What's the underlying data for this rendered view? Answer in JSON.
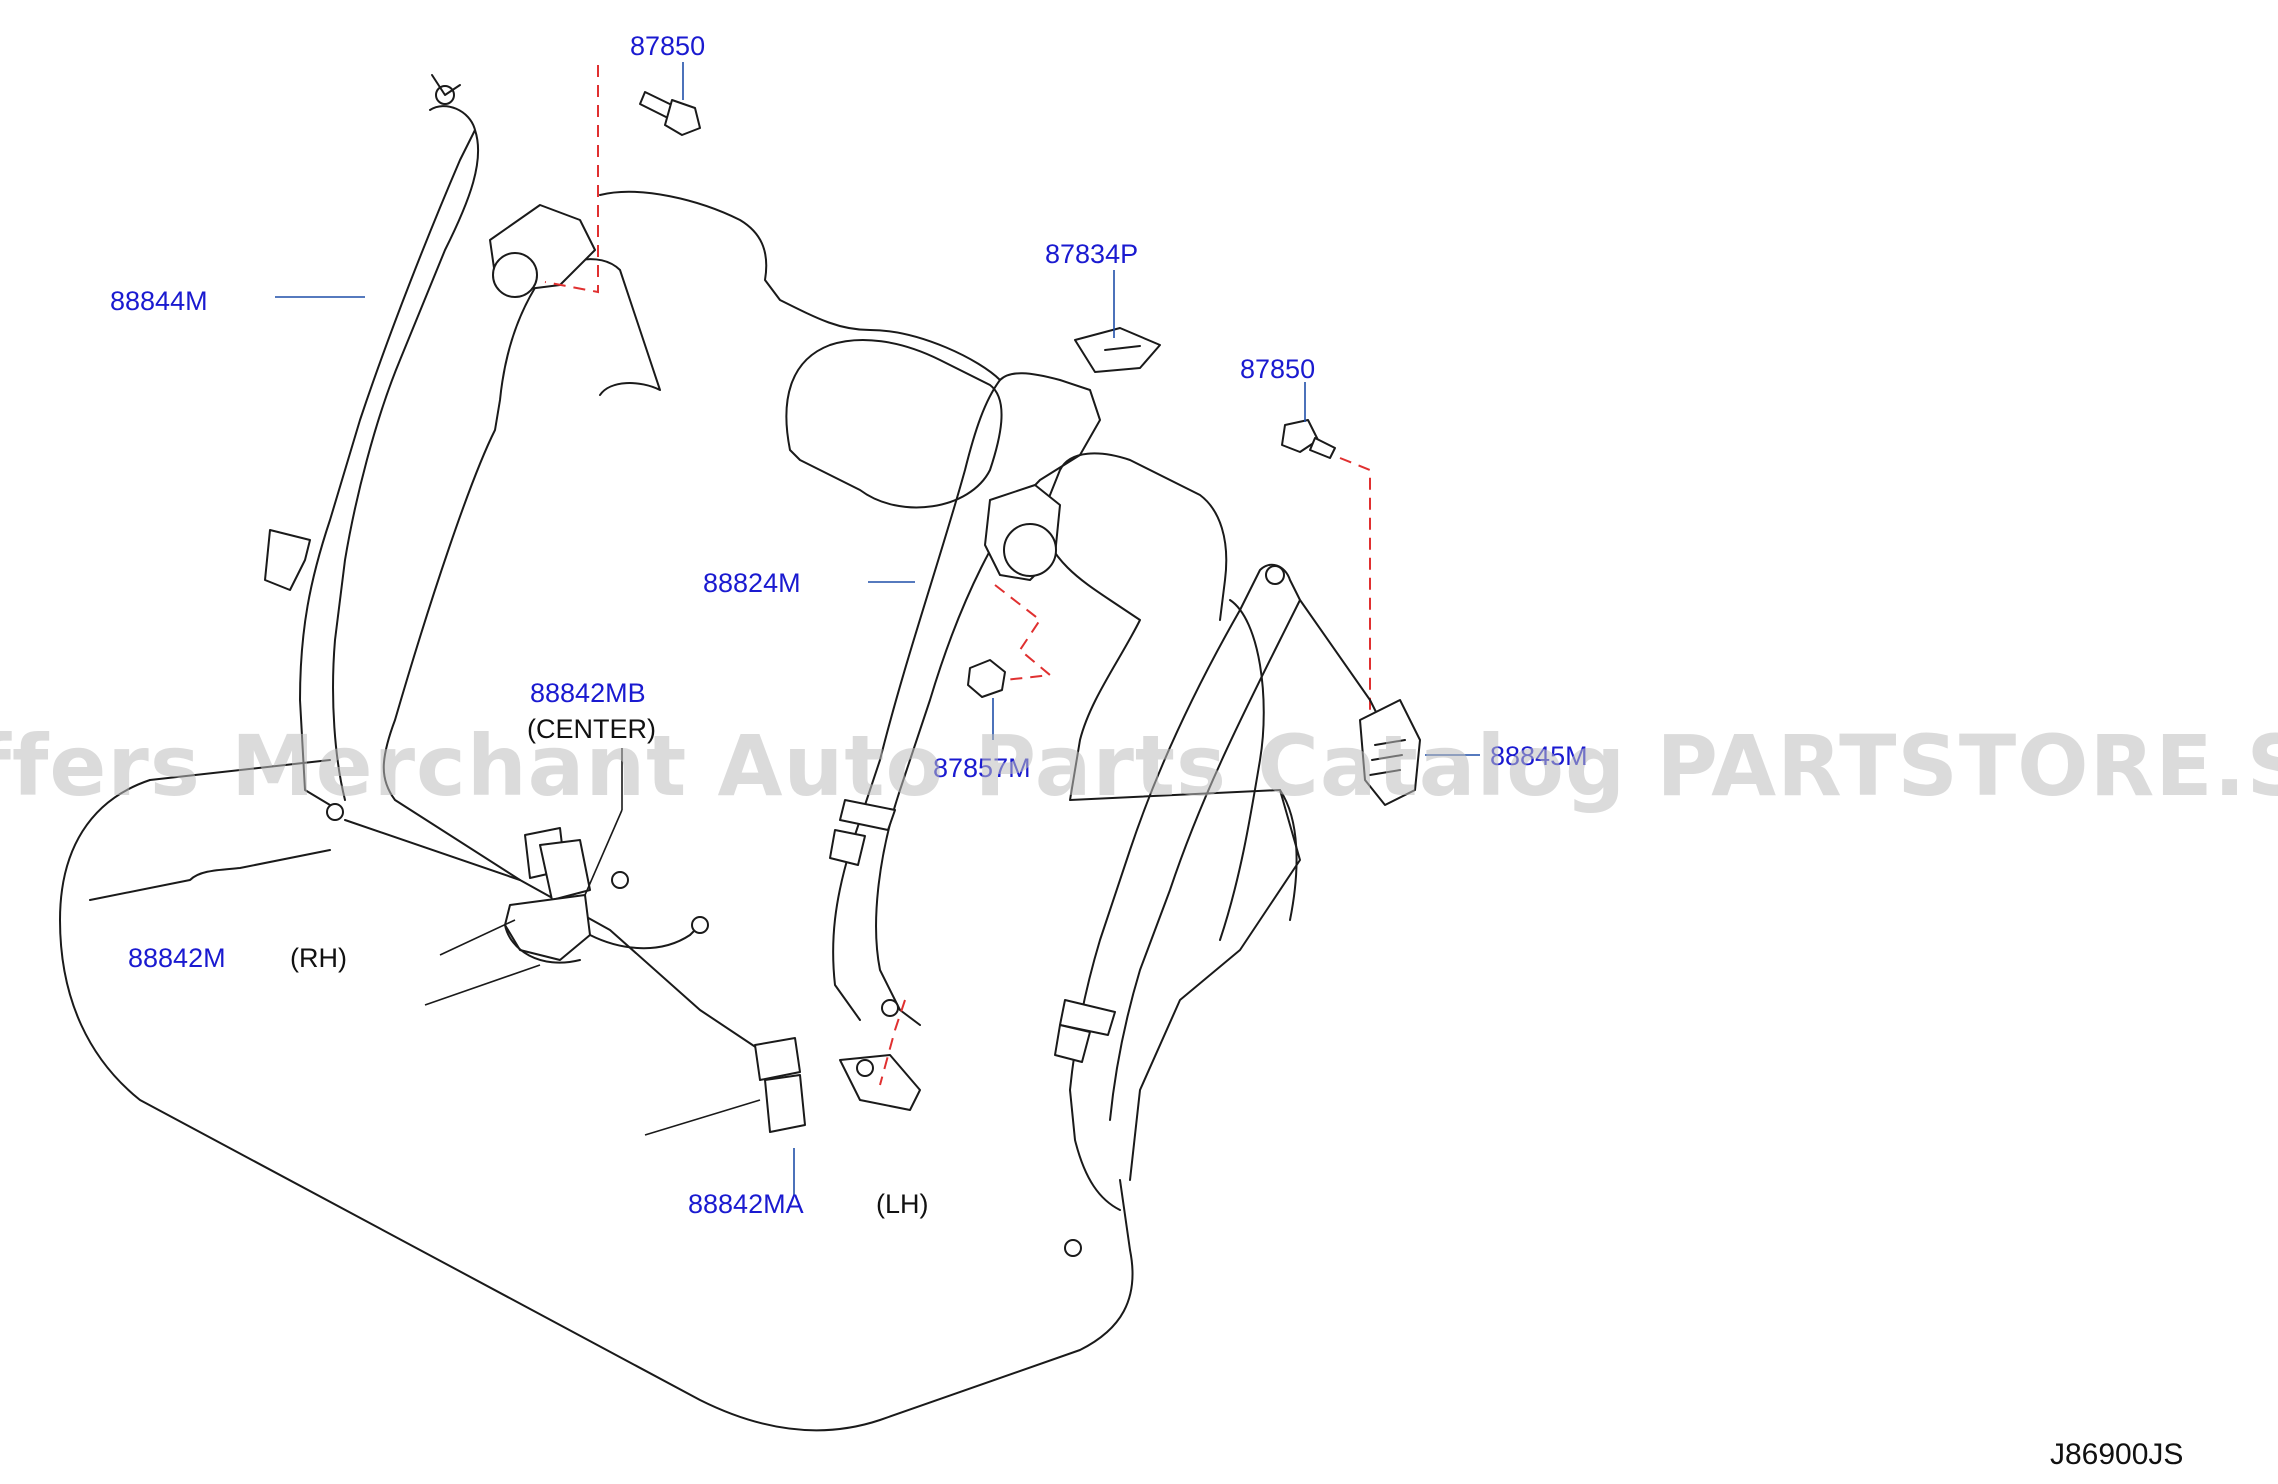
{
  "parts": {
    "bolt_top": "87850",
    "bolt_right": "87850",
    "cover": "87834P",
    "belt_rh_outer": "88844M",
    "belt_lh_outer": "88824M",
    "nut": "87857M",
    "retractor_right": "88845M",
    "buckle_center": "88842MB",
    "buckle_rh": "88842M",
    "buckle_lh": "88842MA"
  },
  "notes": {
    "center": "(CENTER)",
    "rh": "(RH)",
    "lh": "(LH)"
  },
  "diagram_code": "J86900JS",
  "watermark": "Offers Merchant Auto Parts Catalog PARTSTORE.SA",
  "colors": {
    "part_number": "#1a1ad0",
    "leader": "#1f4fa8",
    "phantom_line": "#e03030",
    "outline": "#1a1a1a"
  }
}
